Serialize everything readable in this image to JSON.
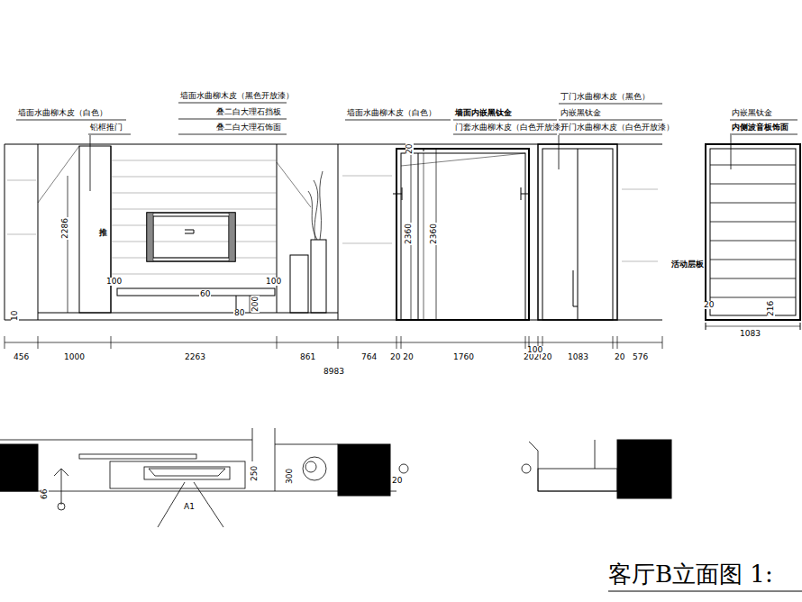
{
  "diagram": {
    "title": "客厅B立面图 1:",
    "labels": [
      "墙面水曲柳木皮（白色）",
      "铝框推门",
      "墙面水曲柳木皮（黑色开放漆）",
      "叠二白大理石挡板",
      "叠二白大理石饰面",
      "墙面水曲柳木皮（白色）",
      "墙面内嵌黑钛金",
      "门套水曲柳木皮（白色开放漆）",
      "丁门水曲柳木皮（黑色）",
      "内嵌黑钛金",
      "开门水曲柳木皮（白色开放漆）",
      "内嵌黑钛金",
      "内侧波音板饰面",
      "活动层板",
      "推",
      "2286",
      "100",
      "60",
      "100",
      "80",
      "200",
      "10",
      "2360",
      "2360",
      "20",
      "20",
      "216",
      "1083",
      "456",
      "1000",
      "2263",
      "861",
      "764",
      "20 20",
      "1760",
      "2020",
      "20",
      "1083",
      "20",
      "576",
      "8983",
      "100",
      "66",
      "250",
      "300",
      "20",
      "A1"
    ]
  }
}
